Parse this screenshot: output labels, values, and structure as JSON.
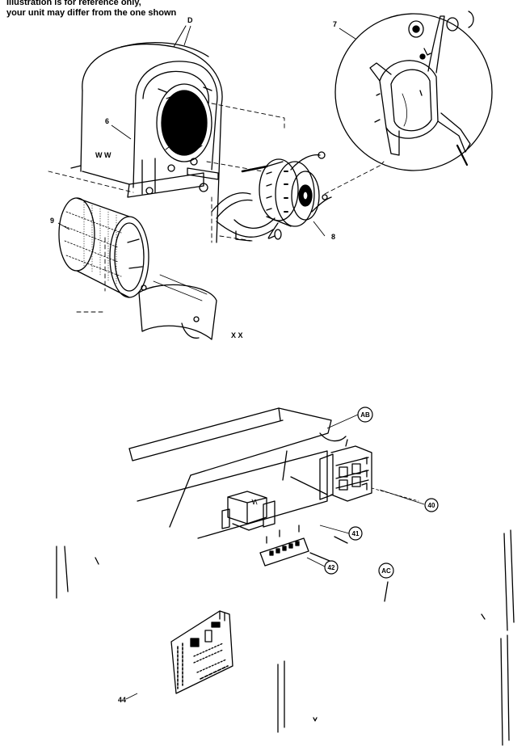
{
  "notes": {
    "line1": "Illustration is for reference only,",
    "line2": "your unit may differ from the one shown"
  },
  "callouts": {
    "d": "D",
    "ww": "W W",
    "c6": "6",
    "c7": "7",
    "c8": "8",
    "c9": "9",
    "xx": "X X",
    "ab": "AB",
    "c40": "40",
    "c41": "41",
    "c42": "42",
    "ac": "AC",
    "c44": "44"
  }
}
